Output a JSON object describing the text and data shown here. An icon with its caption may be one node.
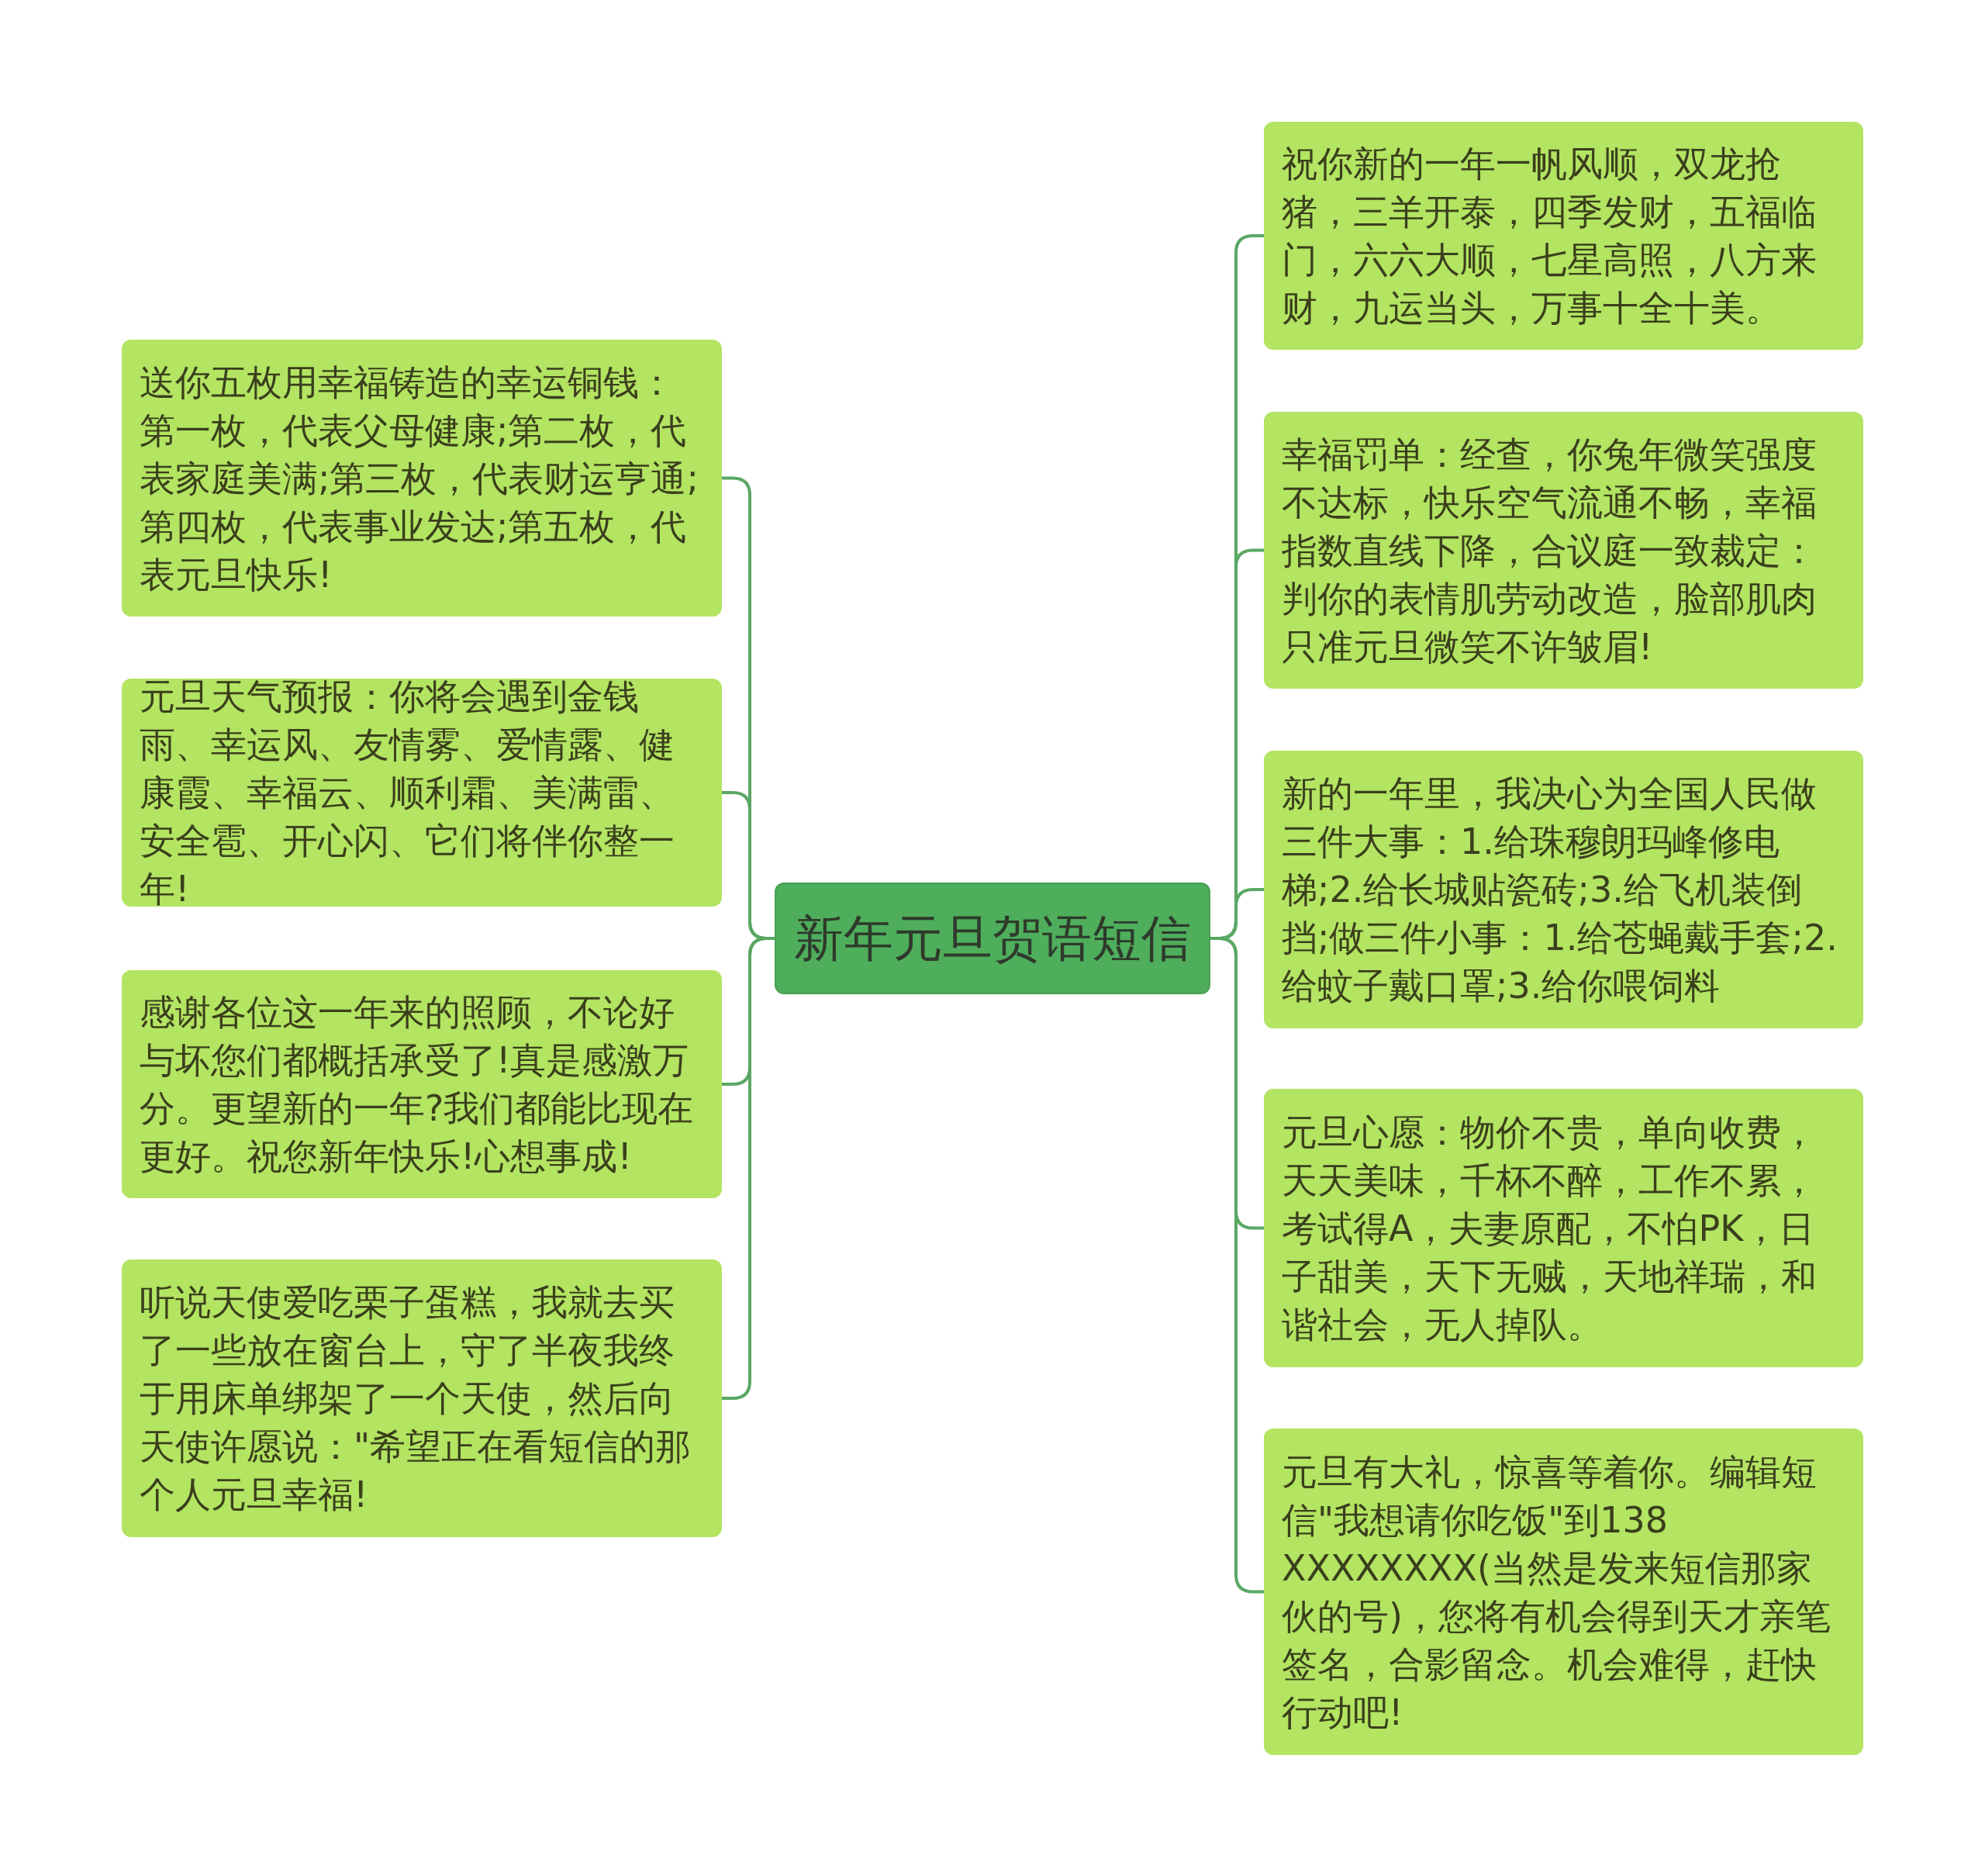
{
  "diagram": {
    "nodes": [
      {
        "text": [
          "新年元旦贺语短信"
        ]
      },
      {
        "text": [
          "祝你新的一年一帆风顺，双龙抢猪，三羊开泰，四季发财，五福临门，六六大顺，七星高照，八方来财，九运当头，万事十全十美。"
        ]
      },
      {
        "text": [
          "幸福罚单：经查，你兔年微笑强度不达标，快乐空气流通不畅，幸福指数直线下降，合议庭一致裁定：判你的表情肌劳动改造，脸部肌肉只准元旦微笑不许皱眉!"
        ]
      },
      {
        "text": [
          "新的一年里，我决心为全国人民做三件大事：1.给珠穆朗玛峰修电梯;2.给长城贴瓷砖;3.给飞机装倒挡;做三件小事：1.给苍蝇戴手套;2.给蚊子戴口罩;3.给你喂饲料"
        ]
      },
      {
        "text": [
          "元旦心愿：物价不贵，单向收费，天天美味，千杯不醉，工作不累，考试得A，夫妻原配，不怕PK，日子甜美，天下无贼，天地祥瑞，和谐社会，无人掉队。"
        ]
      },
      {
        "text": [
          "元旦有大礼，惊喜等着你。编辑短信\"我想请你吃饭\"到138 XXXXXXXX(当然是发来短信那家伙的号)，您将有机会得到天才亲笔签名，合影留念。机会难得，赶快行动吧!"
        ]
      },
      {
        "text": [
          "送你五枚用幸福铸造的幸运铜钱：第一枚，代表父母健康;第二枚，代表家庭美满;第三枚，代表财运亨通;第四枚，代表事业发达;第五枚，代表元旦快乐!"
        ]
      },
      {
        "text": [
          "元旦天气预报：你将会遇到金钱雨、幸运风、友情雾、爱情露、健康霞、幸福云、顺利霜、美满雷、安全雹、开心闪、它们将伴你整一年!"
        ]
      },
      {
        "text": [
          "感谢各位这一年来的照顾，不论好与坏您们都概括承受了!真是感激万分。更望新的一年?我们都能比现在更好。祝您新年快乐!心想事成!"
        ]
      },
      {
        "text": [
          "听说天使爱吃栗子蛋糕，我就去买了一些放在窗台上，守了半夜我终于用床单绑架了一个天使，然后向天使许愿说：\"希望正在看短信的那个人元旦幸福!"
        ]
      }
    ],
    "edges": [
      {
        "from": 0,
        "to": 1,
        "arrow": "none"
      },
      {
        "from": 0,
        "to": 2,
        "arrow": "none"
      },
      {
        "from": 0,
        "to": 3,
        "arrow": "none"
      },
      {
        "from": 0,
        "to": 4,
        "arrow": "none"
      },
      {
        "from": 0,
        "to": 5,
        "arrow": "none"
      },
      {
        "from": 0,
        "to": 6,
        "arrow": "none"
      },
      {
        "from": 0,
        "to": 7,
        "arrow": "none"
      },
      {
        "from": 0,
        "to": 8,
        "arrow": "none"
      },
      {
        "from": 0,
        "to": 9,
        "arrow": "none"
      }
    ]
  }
}
